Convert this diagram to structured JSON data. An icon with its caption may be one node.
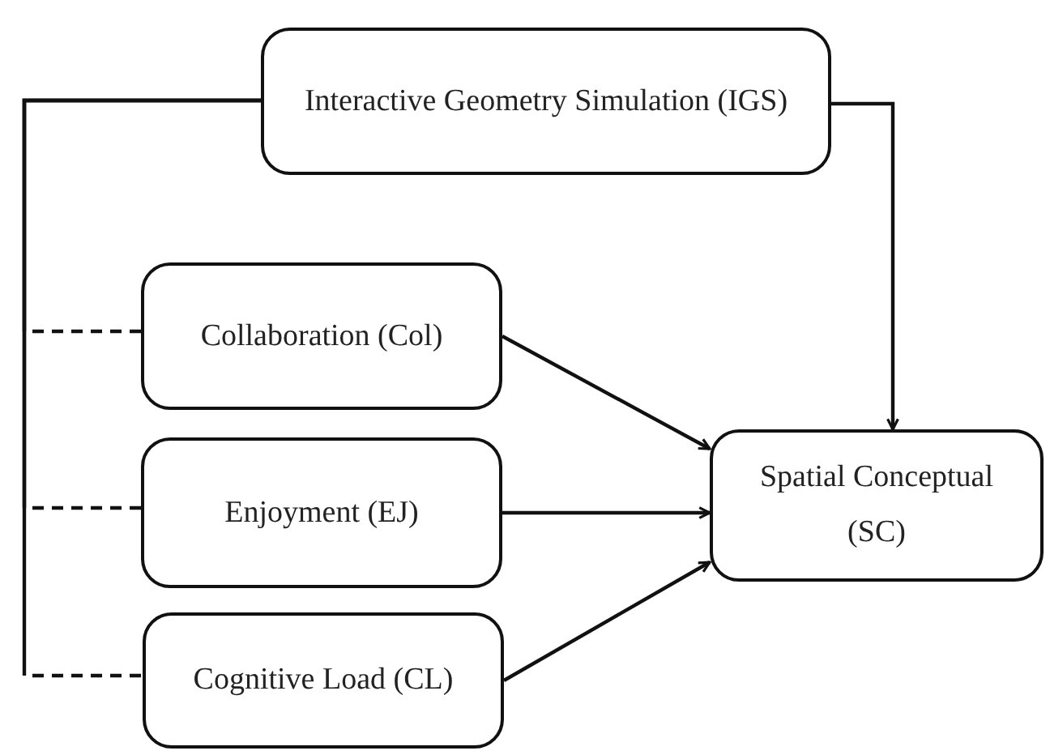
{
  "diagram": {
    "nodes": [
      {
        "text": [
          "Interactive Geometry Simulation (IGS)"
        ]
      },
      {
        "text": [
          "Collaboration (Col)"
        ]
      },
      {
        "text": [
          "Enjoyment (EJ)"
        ]
      },
      {
        "text": [
          "Cognitive Load (CL)"
        ]
      },
      {
        "text": [
          "Spatial Conceptual (SC)"
        ]
      }
    ],
    "edges": [
      {
        "from": 0,
        "to": 4,
        "arrow": "to"
      },
      {
        "from": 1,
        "to": 4,
        "arrow": "to"
      },
      {
        "from": 2,
        "to": 4,
        "arrow": "to"
      },
      {
        "from": 3,
        "to": 4,
        "arrow": "to"
      },
      {
        "from": 0,
        "to": 1,
        "arrow": "none",
        "style": "dashed"
      },
      {
        "from": 0,
        "to": 2,
        "arrow": "none",
        "style": "dashed"
      },
      {
        "from": 0,
        "to": 3,
        "arrow": "none",
        "style": "dashed"
      }
    ]
  }
}
